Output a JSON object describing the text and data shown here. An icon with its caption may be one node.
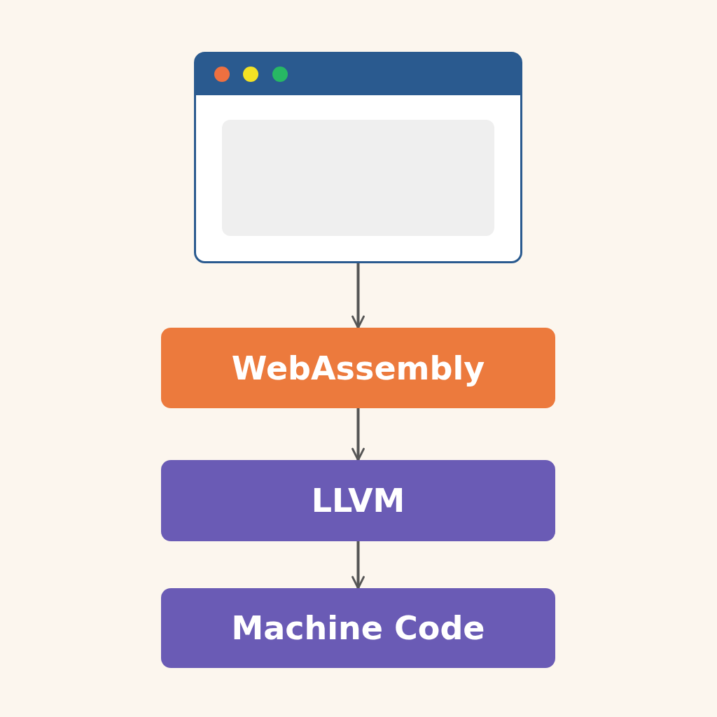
{
  "diagram": {
    "nodes": [
      {
        "text": [],
        "shape": "picture"
      },
      {
        "text": [
          "WebAssembly"
        ]
      },
      {
        "text": [
          "LLVM"
        ]
      },
      {
        "text": [
          "Machine Code"
        ]
      }
    ],
    "edges": [
      {
        "from": 0,
        "to": 1,
        "arrow": "to"
      },
      {
        "from": 1,
        "to": 2,
        "arrow": "to"
      },
      {
        "from": 2,
        "to": 3,
        "arrow": "to"
      }
    ]
  }
}
